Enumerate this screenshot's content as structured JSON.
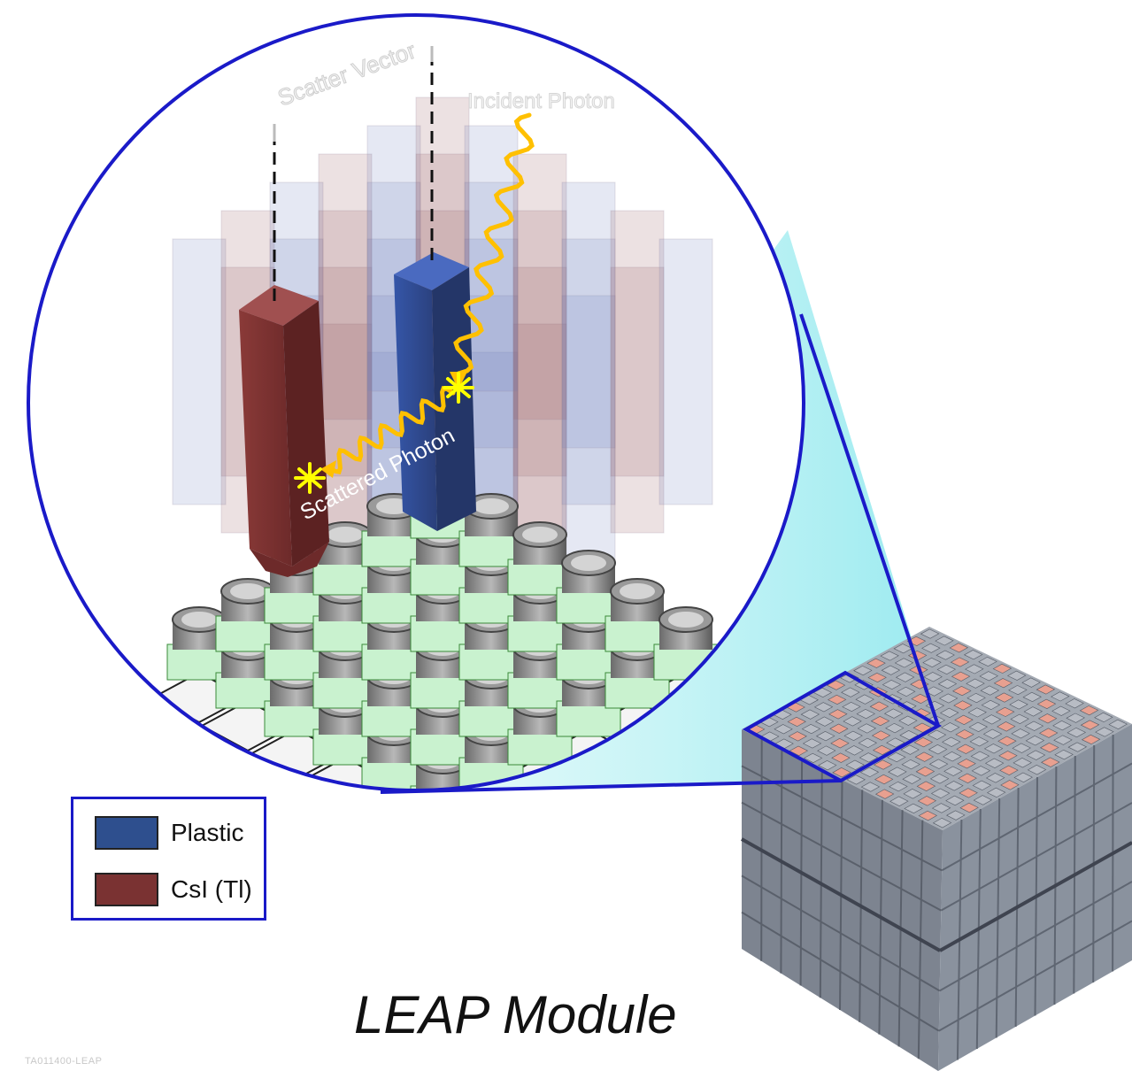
{
  "labels": {
    "scatter_vector": "Scatter Vector",
    "incident_photon": "Incident Photon",
    "scattered_photon": "Scattered Photon"
  },
  "legend": {
    "items": [
      {
        "label": "Plastic",
        "color": "#2e4f8e"
      },
      {
        "label": "CsI (Tl)",
        "color": "#7a3232"
      }
    ]
  },
  "title": "LEAP Module",
  "footer_id": "TA011400-LEAP",
  "colors": {
    "outline": "#1a1ac8",
    "photon": "#ffc000",
    "interaction": "#ffff00",
    "cube_top_cell": "#e8a090"
  }
}
